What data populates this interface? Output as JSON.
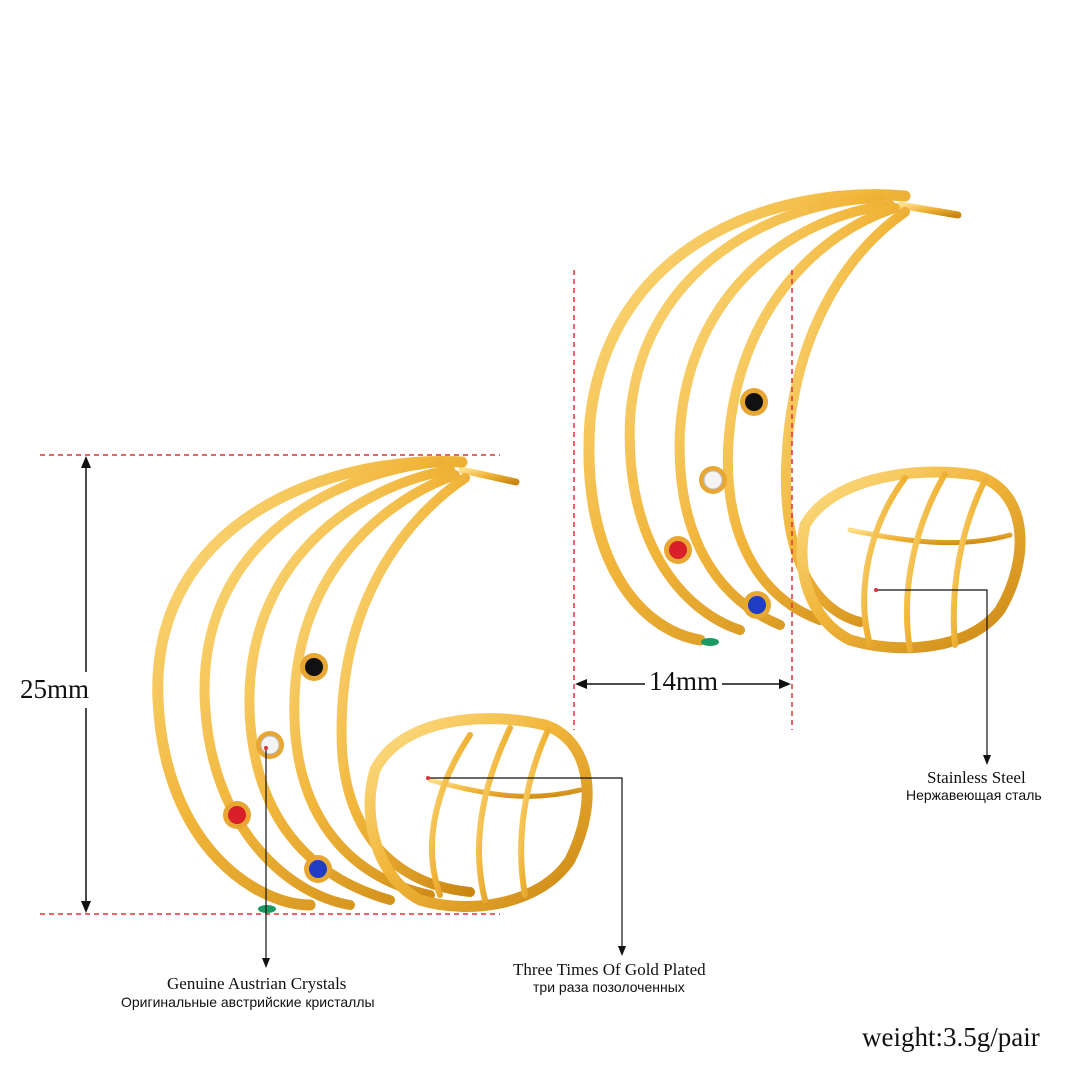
{
  "measurements": {
    "height": "25mm",
    "width": "14mm"
  },
  "callouts": {
    "crystals": {
      "en": "Genuine Austrian Crystals",
      "ru": "Оригинальные австрийские кристаллы"
    },
    "plating": {
      "en": "Three Times Of Gold Plated",
      "ru": "три раза позолоченных"
    },
    "steel": {
      "en": "Stainless Steel",
      "ru": "Нержавеющая сталь"
    }
  },
  "weight": "weight:3.5g/pair",
  "colors": {
    "gold": "#f1b53a",
    "gold_dark": "#c98612",
    "gold_light": "#fde08a",
    "guide_red": "#e0303a",
    "leader": "#111111",
    "stone_red": "#d81f2a",
    "stone_blue": "#1f3ec2",
    "stone_black": "#111111",
    "stone_clear": "#f4f4f4",
    "stone_green": "#1d9a63"
  }
}
